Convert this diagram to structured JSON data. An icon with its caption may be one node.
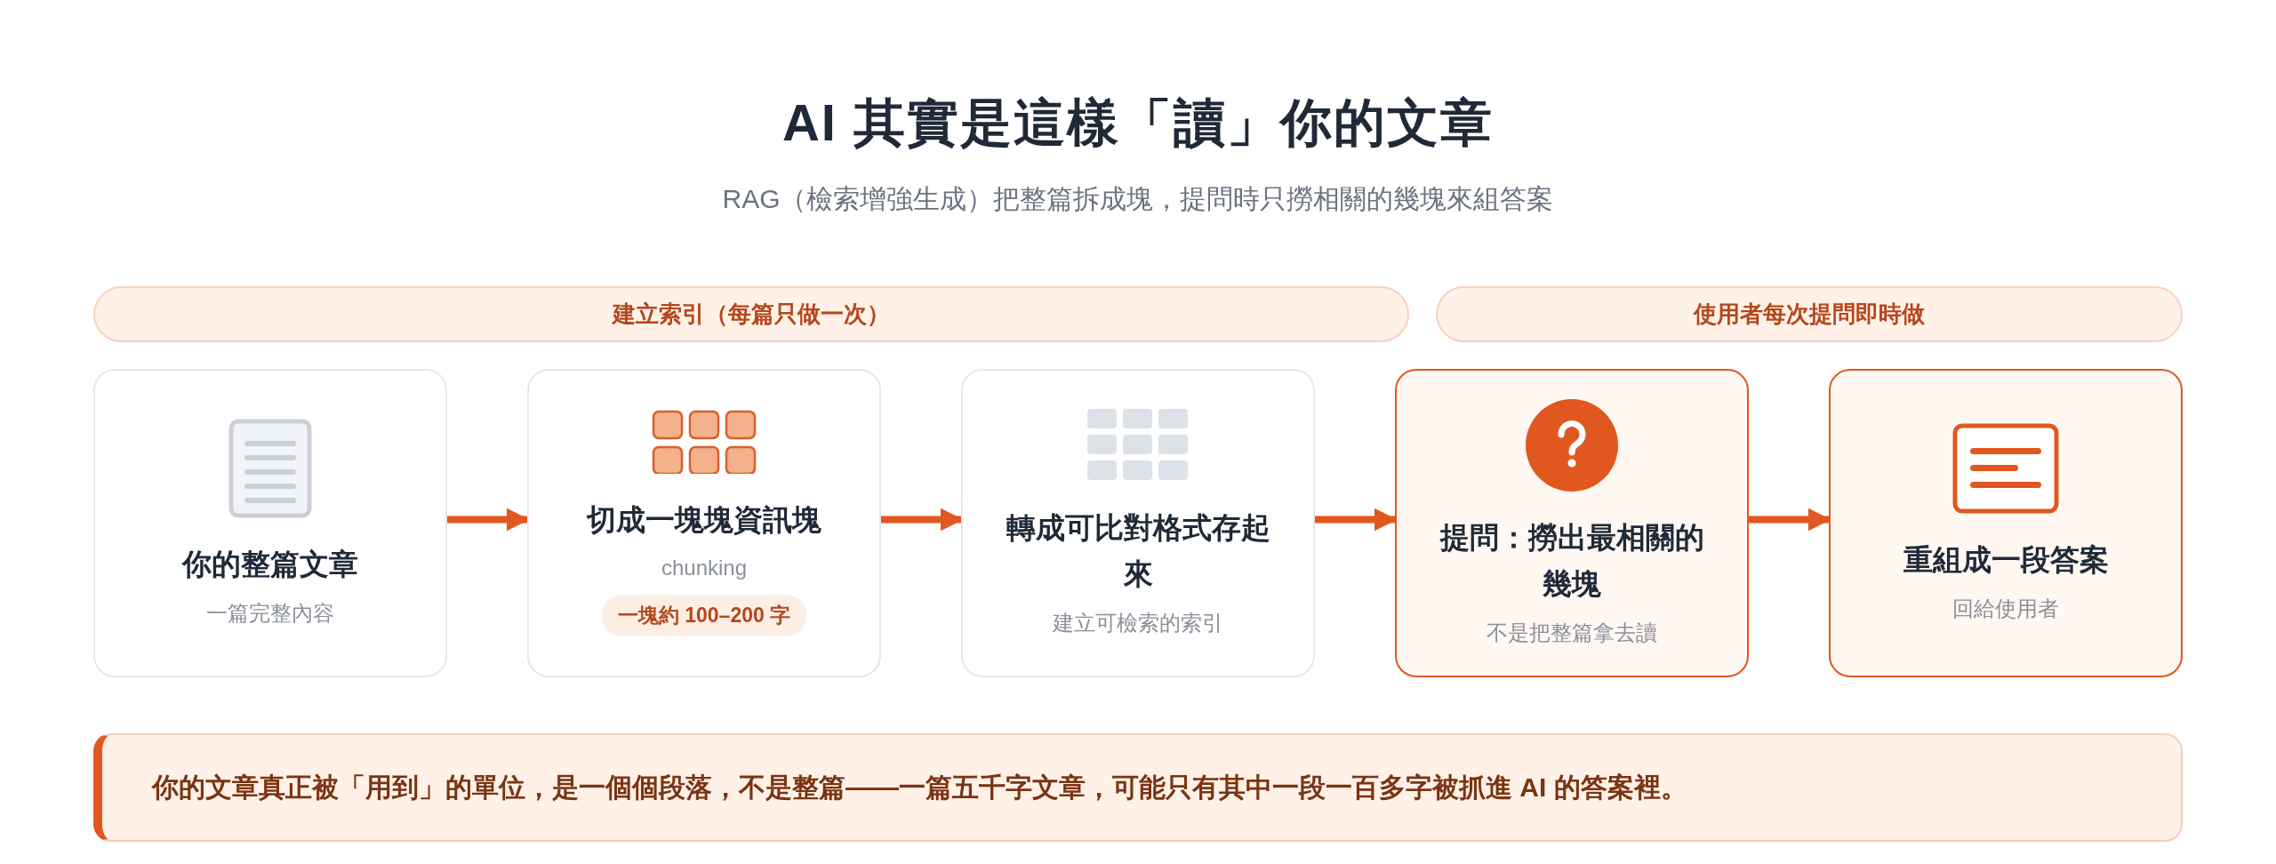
{
  "diagram": {
    "title": "AI 其實是這樣「讀」你的文章",
    "caption": "RAG（檢索增強生成）把整篇拆成塊，提問時只撈相關的幾塊來組答案",
    "nodes": [
      {
        "text": [
          "建立索引（每篇只做一次）"
        ]
      },
      {
        "text": [
          "使用者每次提問即時做"
        ]
      },
      {
        "text": [
          "你的整篇文章",
          "一篇完整內容"
        ]
      },
      {
        "text": [
          "切成一塊塊資訊塊",
          "chunking",
          "一塊約 100–200 字"
        ]
      },
      {
        "text": [
          "轉成可比對格式存起來",
          "建立可檢索的索引"
        ]
      },
      {
        "text": [
          "提問：撈出最相關的幾塊",
          "不是把整篇拿去讀"
        ]
      },
      {
        "text": [
          "重組成一段答案",
          "回給使用者"
        ]
      },
      {
        "text": [
          "你的文章真正被「用到」的單位，**是一個個段落，不是整篇**——一篇五千字文章，可能只有其中一段一百多字被抓進 AI 的答案裡。"
        ]
      }
    ],
    "edges": [
      {
        "from": 2,
        "to": 3,
        "arrow": "to"
      },
      {
        "from": 3,
        "to": 4,
        "arrow": "to"
      },
      {
        "from": 4,
        "to": 5,
        "arrow": "to"
      },
      {
        "from": 5,
        "to": 6,
        "arrow": "to"
      }
    ]
  }
}
